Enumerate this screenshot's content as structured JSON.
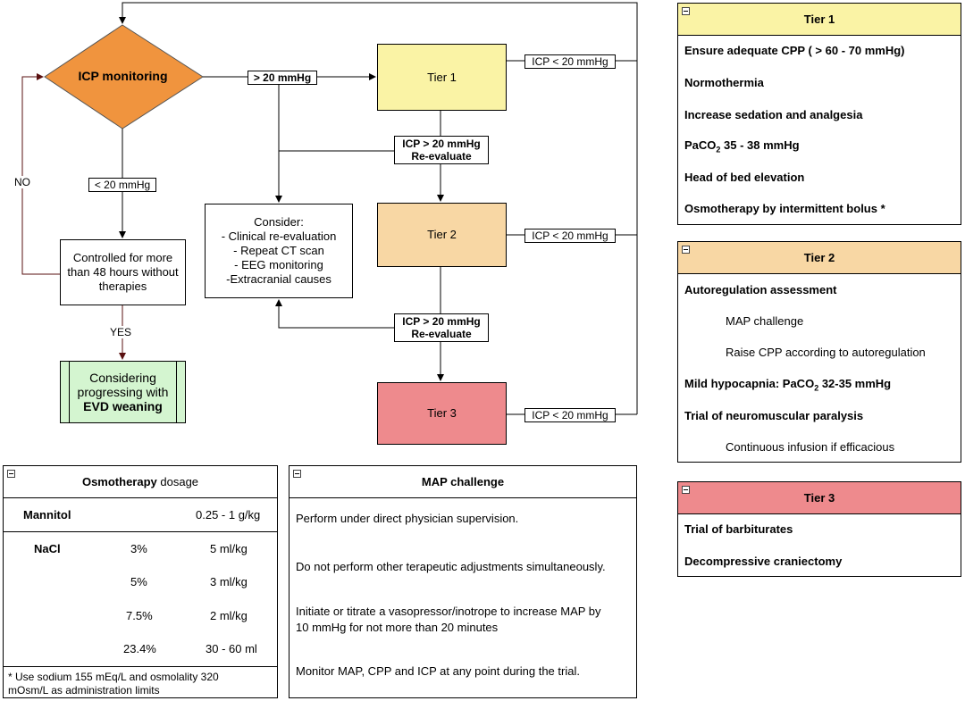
{
  "flow": {
    "icp_monitoring": "ICP monitoring",
    "gt20": "> 20 mmHg",
    "lt20": "< 20 mmHg",
    "no": "NO",
    "yes": "YES",
    "controlled": [
      "Controlled for more",
      "than 48 hours without",
      "therapies"
    ],
    "evd": [
      "Considering",
      "progressing with",
      "EVD weaning"
    ],
    "consider": [
      "Consider:",
      "- Clinical re-evaluation",
      "- Repeat CT scan",
      "- EEG monitoring",
      "-Extracranial causes"
    ],
    "tier1": "Tier 1",
    "tier2": "Tier 2",
    "tier3": "Tier 3",
    "icp_lt20": "ICP < 20 mmHg",
    "reeval_top": "ICP > 20 mmHg",
    "reeval_bottom": "Re-evaluate"
  },
  "tier1_panel": {
    "title": "Tier 1",
    "items": {
      "cpp": "Ensure adequate CPP ( > 60 - 70 mmHg)",
      "normo": "Normothermia",
      "sedation": "Increase sedation and analgesia",
      "paco2_pre": "PaCO",
      "paco2_sub": "2",
      "paco2_post": " 35 - 38 mmHg",
      "head": "Head of bed elevation",
      "osmo": "Osmotherapy by intermittent bolus *"
    }
  },
  "tier2_panel": {
    "title": "Tier 2",
    "items": {
      "autoreg": "Autoregulation assessment",
      "map": "MAP challenge",
      "raise": "Raise CPP according to autoregulation",
      "hypo_pre": "Mild hypocapnia: PaCO",
      "hypo_sub": "2",
      "hypo_post": " 32-35 mmHg",
      "paralysis": "Trial of neuromuscular paralysis",
      "infusion": "Continuous infusion if efficacious"
    }
  },
  "tier3_panel": {
    "title": "Tier 3",
    "items": {
      "barb": "Trial of barbiturates",
      "crani": "Decompressive craniectomy"
    }
  },
  "osmo_panel": {
    "title_bold": "Osmotherapy",
    "title_rest": " dosage",
    "mannitol": "Mannitol",
    "mannitol_dose": "0.25 - 1 g/kg",
    "nacl": "NaCl",
    "rows": [
      {
        "conc": "3%",
        "dose": "5 ml/kg"
      },
      {
        "conc": "5%",
        "dose": "3 ml/kg"
      },
      {
        "conc": "7.5%",
        "dose": "2 ml/kg"
      },
      {
        "conc": "23.4%",
        "dose": "30 - 60 ml"
      }
    ],
    "note": [
      "* Use sodium 155 mEq/L and osmolality 320",
      "mOsm/L as administration limits"
    ]
  },
  "map_panel": {
    "title": "MAP challenge",
    "p1": "Perform under direct physician supervision.",
    "p2": "Do not perform other terapeutic adjustments simultaneously.",
    "p3": [
      "Initiate or titrate a vasopressor/inotrope to increase MAP by",
      "10 mmHg for not more than 20 minutes"
    ],
    "p4": "Monitor MAP, CPP and ICP at any point during the trial."
  },
  "colors": {
    "icp_diamond": "#f0943e",
    "tier1": "#faf3a5",
    "tier2": "#f8d7a4",
    "tier3": "#ee8a8d",
    "evd": "#d4f5d0",
    "arrow_dark": "#5a1010"
  }
}
